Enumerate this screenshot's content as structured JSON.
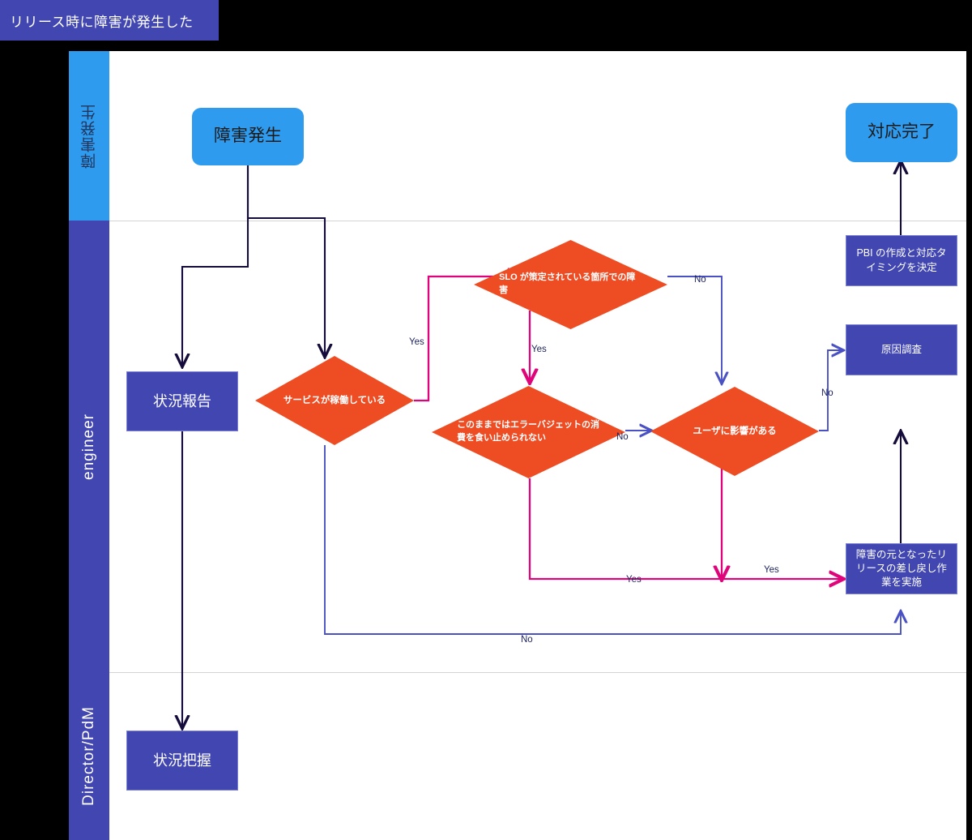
{
  "title": {
    "text": "リリース時に障害が発生した"
  },
  "colors": {
    "banner": "#4146b0",
    "lane_blue": "#2f9bee",
    "lane_dark": "#4146b0",
    "node_blue": "#2f9bee",
    "node_dark": "#4146b0",
    "decision_orange": "#ee4d24",
    "edge_yes": "#e0047b",
    "edge_no": "#4a51c4",
    "edge_plain": "#160c3c",
    "label_text": "#20265e",
    "canvas": "#ffffff",
    "background": "#000000"
  },
  "lanes": [
    {
      "label": "障害発生"
    },
    {
      "label": "engineer"
    },
    {
      "label": "Director/PdM"
    }
  ],
  "nodes": {
    "incident": {
      "label": "障害発生",
      "shape": "rounded",
      "lane": "障害発生"
    },
    "done": {
      "label": "対応完了",
      "shape": "rounded",
      "lane": "障害発生"
    },
    "status_report": {
      "label": "状況報告",
      "shape": "rect",
      "lane": "engineer"
    },
    "status_grasp": {
      "label": "状況把握",
      "shape": "rect",
      "lane": "Director/PdM"
    },
    "service_running": {
      "label": "サービスが稼働している",
      "shape": "diamond",
      "lane": "engineer"
    },
    "slo_area": {
      "label": "SLO が策定されている箇所での障害",
      "shape": "diamond",
      "lane": "engineer"
    },
    "error_budget": {
      "label": "このままではエラーバジェットの消費を食い止められない",
      "shape": "diamond",
      "lane": "engineer"
    },
    "user_impact": {
      "label": "ユーザに影響がある",
      "shape": "diamond",
      "lane": "engineer"
    },
    "pbi": {
      "label": "PBI の作成と対応タイミングを決定",
      "shape": "rect",
      "lane": "engineer"
    },
    "root_cause": {
      "label": "原因調査",
      "shape": "rect",
      "lane": "engineer"
    },
    "rollback": {
      "label": "障害の元となったリリースの差し戻し作業を実施",
      "shape": "rect",
      "lane": "engineer"
    }
  },
  "edge_labels": {
    "yes_service_to_slo": "Yes",
    "yes_slo_to_budget": "Yes",
    "no_slo_to_impact": "No",
    "no_budget_to_impact": "No",
    "no_impact_to_cause": "No",
    "yes_budget_to_rollback": "Yes",
    "yes_impact_to_rollback": "Yes",
    "no_service_to_rollback": "No"
  }
}
